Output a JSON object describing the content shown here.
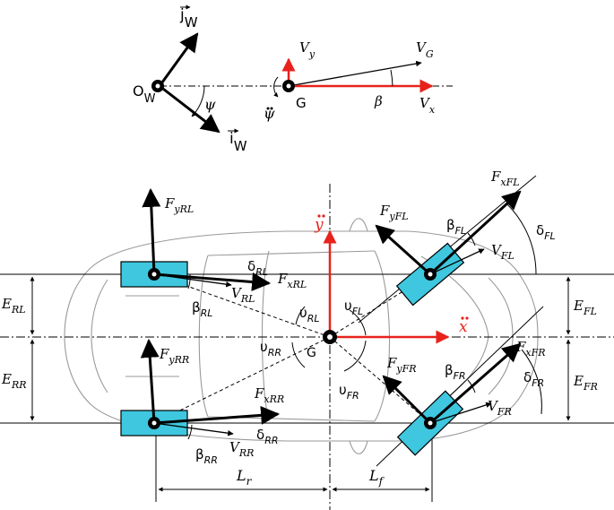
{
  "colors": {
    "axis_red": "#e8221b",
    "tire_fill": "#3ec7df",
    "ink": "#000000",
    "car_outline": "#9a9a9a"
  },
  "frame": {
    "jw": {
      "base": "j",
      "sub": "W"
    },
    "iw": {
      "base": "i",
      "sub": "W"
    },
    "ow": {
      "base": "O",
      "sub": "W"
    },
    "psi": "ψ",
    "psi_dot": "ψ",
    "g_top": "G",
    "vg": {
      "base": "V",
      "sub": "G"
    },
    "vy": {
      "base": "V",
      "sub": "y"
    },
    "vx": {
      "base": "V",
      "sub": "x"
    },
    "beta": "β"
  },
  "vehicle": {
    "center": "G",
    "xdd": "x",
    "ydd": "y",
    "rl": {
      "fy": {
        "base": "F",
        "sub": "yRL"
      },
      "fx": {
        "base": "F",
        "sub": "xRL"
      },
      "v": {
        "base": "V",
        "sub": "RL"
      },
      "beta": {
        "base": "β",
        "sub": "RL"
      },
      "delta": {
        "base": "δ",
        "sub": "RL"
      },
      "upsilon": {
        "base": "υ",
        "sub": "RL"
      },
      "e": {
        "base": "E",
        "sub": "RL"
      }
    },
    "rr": {
      "fy": {
        "base": "F",
        "sub": "yRR"
      },
      "fx": {
        "base": "F",
        "sub": "xRR"
      },
      "v": {
        "base": "V",
        "sub": "RR"
      },
      "beta": {
        "base": "β",
        "sub": "RR"
      },
      "delta": {
        "base": "δ",
        "sub": "RR"
      },
      "upsilon": {
        "base": "υ",
        "sub": "RR"
      },
      "e": {
        "base": "E",
        "sub": "RR"
      }
    },
    "fl": {
      "fy": {
        "base": "F",
        "sub": "yFL"
      },
      "fx": {
        "base": "F",
        "sub": "xFL"
      },
      "v": {
        "base": "V",
        "sub": "FL"
      },
      "beta": {
        "base": "β",
        "sub": "FL"
      },
      "delta": {
        "base": "δ",
        "sub": "FL"
      },
      "upsilon": {
        "base": "υ",
        "sub": "FL"
      },
      "e": {
        "base": "E",
        "sub": "FL"
      }
    },
    "fr": {
      "fy": {
        "base": "F",
        "sub": "yFR"
      },
      "fx": {
        "base": "F",
        "sub": "xFR"
      },
      "v": {
        "base": "V",
        "sub": "FR"
      },
      "beta": {
        "base": "β",
        "sub": "FR"
      },
      "delta": {
        "base": "δ",
        "sub": "FR"
      },
      "upsilon": {
        "base": "υ",
        "sub": "FR"
      },
      "e": {
        "base": "E",
        "sub": "FR"
      }
    },
    "lr": {
      "base": "L",
      "sub": "r"
    },
    "lf": {
      "base": "L",
      "sub": "f"
    }
  }
}
